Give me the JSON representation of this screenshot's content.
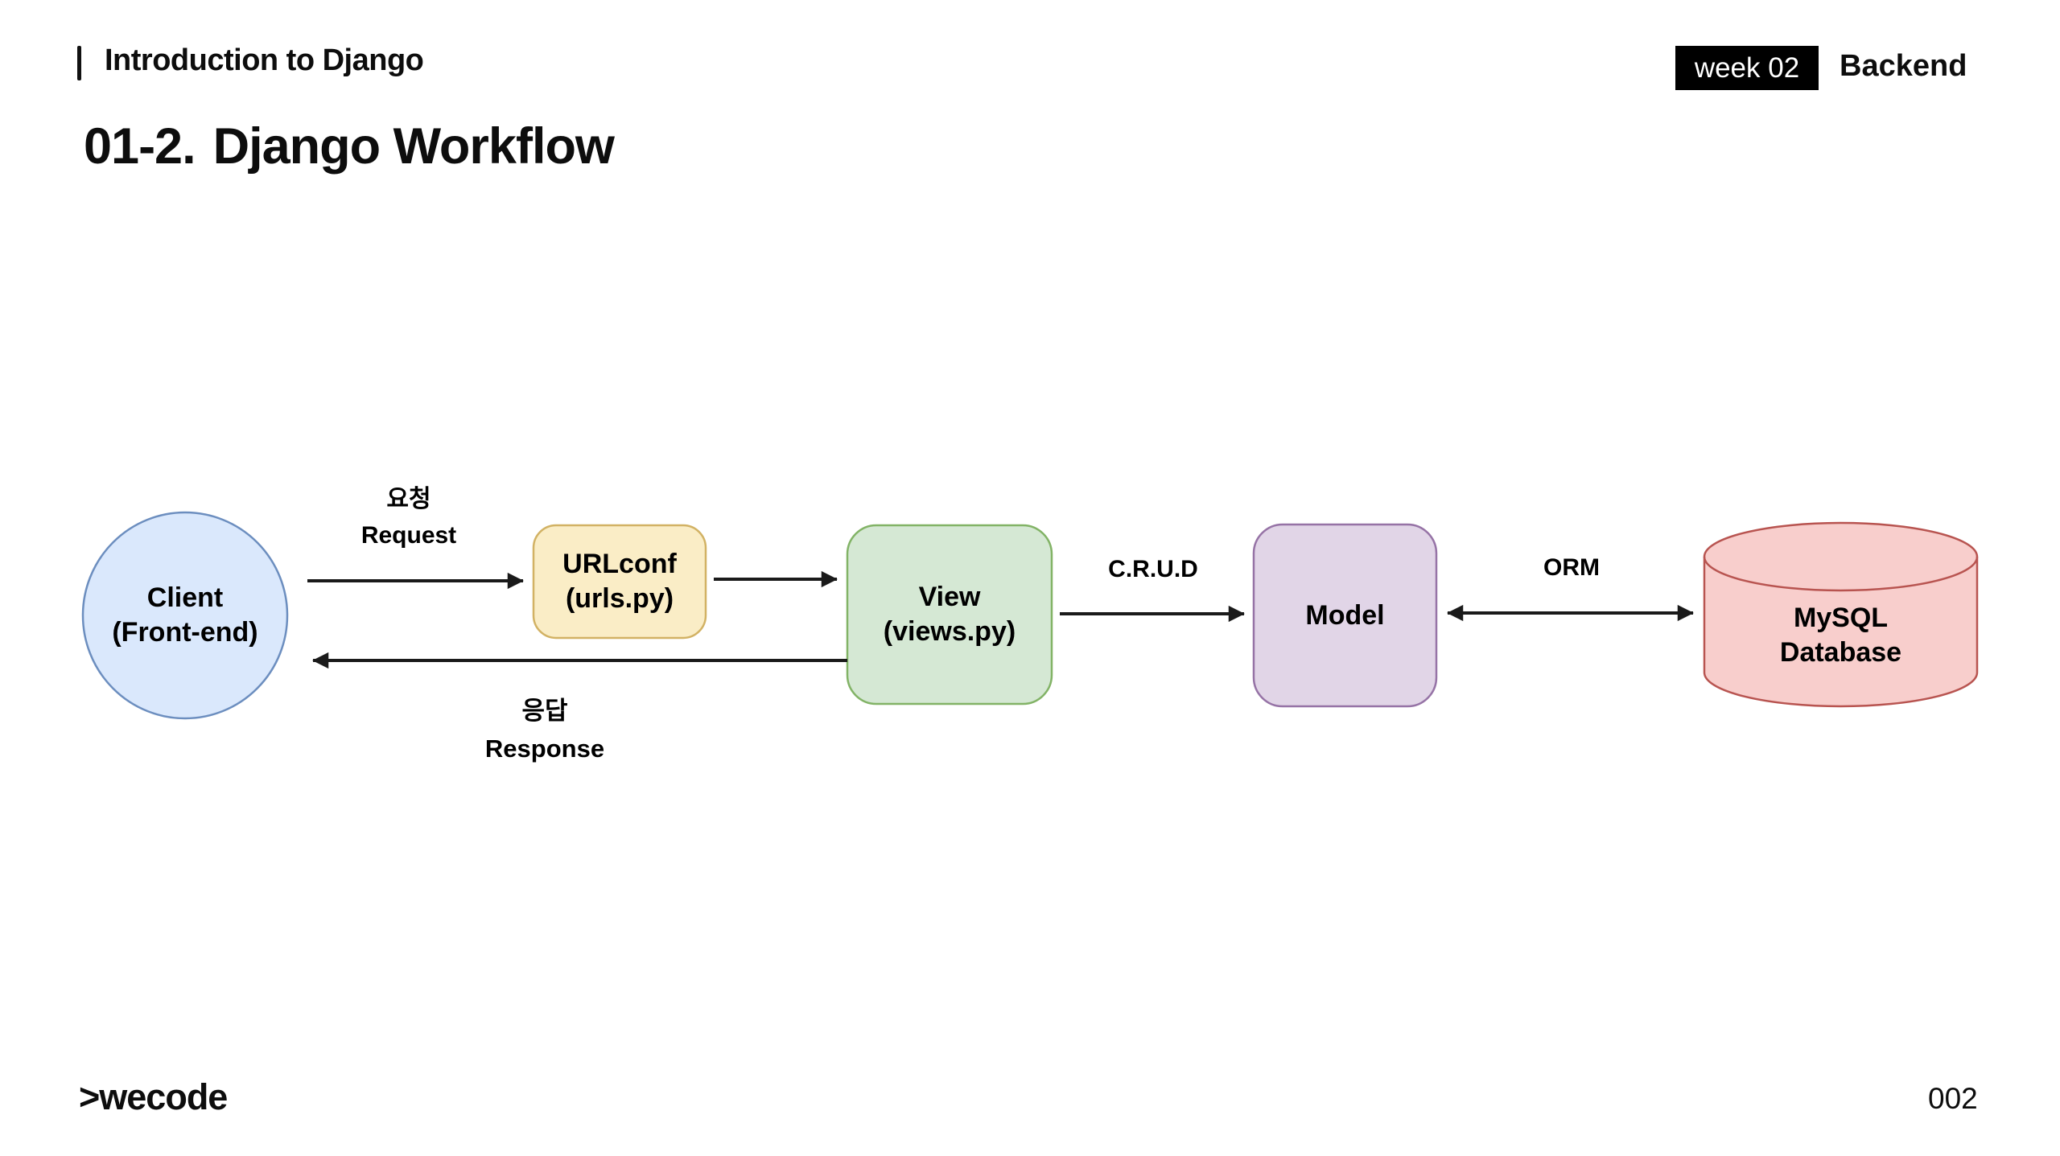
{
  "header": {
    "section_title": "Introduction to Django",
    "week_badge": "week 02",
    "track_label": "Backend"
  },
  "title": {
    "number": "01-2.",
    "text": "Django Workflow"
  },
  "diagram": {
    "nodes": {
      "client": {
        "line1": "Client",
        "line2": "(Front-end)",
        "fill": "#dae8fc",
        "stroke": "#6c8ebf"
      },
      "urlconf": {
        "line1": "URLconf",
        "line2": "(urls.py)",
        "fill": "#faedc6",
        "stroke": "#d2b264"
      },
      "view": {
        "line1": "View",
        "line2": "(views.py)",
        "fill": "#d5e8d4",
        "stroke": "#82b366"
      },
      "model": {
        "line1": "Model",
        "fill": "#e1d5e7",
        "stroke": "#9673a6"
      },
      "database": {
        "line1": "MySQL",
        "line2": "Database",
        "fill": "#f8cecc",
        "stroke": "#b85450"
      }
    },
    "edges": {
      "request": {
        "label_ko": "요청",
        "label_en": "Request"
      },
      "response": {
        "label_ko": "응답",
        "label_en": "Response"
      },
      "crud": {
        "label": "C.R.U.D"
      },
      "orm": {
        "label": "ORM"
      }
    }
  },
  "colors": {
    "arrow": "#1a1a1a"
  },
  "footer": {
    "logo": ">wecode",
    "page_number": "002"
  }
}
